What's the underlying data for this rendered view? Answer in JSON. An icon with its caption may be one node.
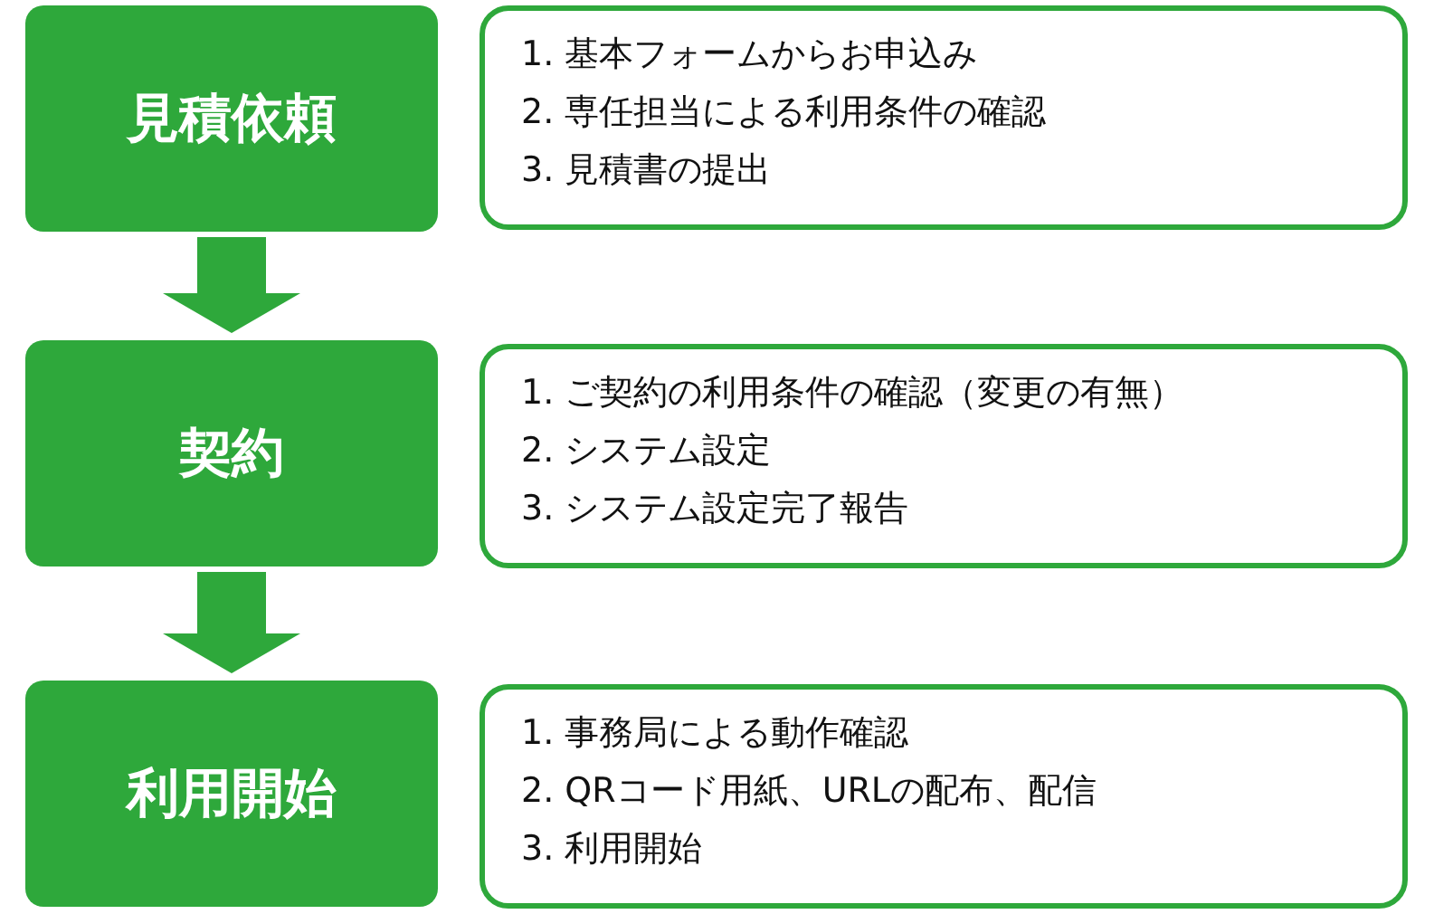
{
  "diagram": {
    "nodes": [
      {
        "text": [
          "見積依頼"
        ]
      },
      {
        "text": [
          "1.  基本フォームからお申込み",
          "2.  専任担当による利用条件の確認",
          "3.  見積書の提出"
        ]
      },
      {
        "text": [
          "契約"
        ]
      },
      {
        "text": [
          "1.  ご契約の利用条件の確認（変更の有無）",
          "2.  システム設定",
          "3.  システム設定完了報告"
        ]
      },
      {
        "text": [
          "利用開始"
        ]
      },
      {
        "text": [
          "1.  事務局による動作確認",
          "2.  QRコード用紙、URLの配布、配信",
          "3.  利用開始"
        ]
      }
    ],
    "edges": [
      {
        "from": 0,
        "to": 2,
        "arrow": "to"
      },
      {
        "from": 2,
        "to": 4,
        "arrow": "to"
      }
    ]
  }
}
